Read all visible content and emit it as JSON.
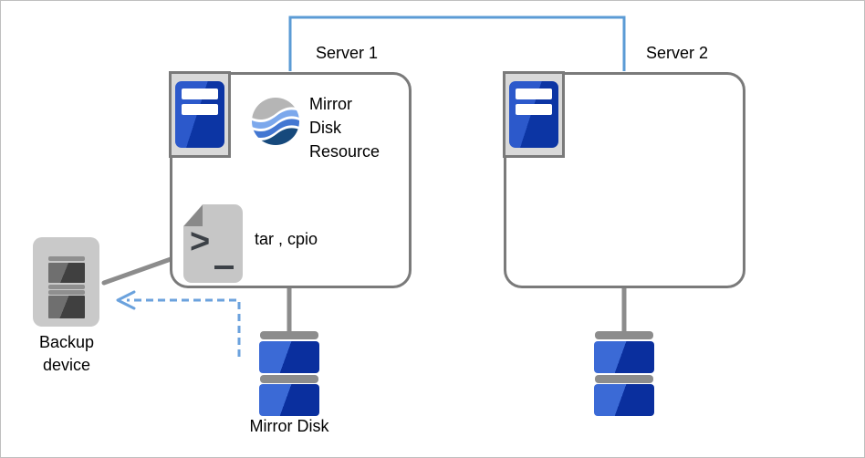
{
  "nodes": {
    "server1": {
      "label": "Server 1"
    },
    "server2": {
      "label": "Server 2"
    },
    "mirror_disk_resource": {
      "lines": [
        "Mirror",
        "Disk",
        "Resource"
      ]
    },
    "backup_tools": {
      "label": "tar , cpio"
    },
    "backup_device": {
      "lines": [
        "Backup",
        "device"
      ]
    },
    "mirror_disk": {
      "label": "Mirror Disk"
    }
  },
  "icons": {
    "server1": "server-tower-icon",
    "server2": "server-tower-icon",
    "mirror_disk_resource": "globe-waves-icon",
    "backup_tools": "shell-script-file-icon",
    "backup_device": "tape-drive-icon",
    "mirror_disk1": "disk-stack-icon",
    "mirror_disk2": "disk-stack-icon"
  },
  "connections": {
    "heartbeat": "server1-server2-interconnect",
    "backup_line": "server1-to-backup-device",
    "backup_flow": "mirror-disk-to-backup-device-dashed-arrow"
  },
  "colors": {
    "heartbeat_line": "#5b9bd5",
    "backup_arrow": "#6ba2dd",
    "connector_gray": "#8c8c8c",
    "box_border": "#7a7a7a",
    "icon_box_fill": "#d9d9d9",
    "server_blue_light": "#2c59cb",
    "server_blue_dark": "#0c35a4",
    "disk_blue_light": "#3b6ad6",
    "disk_blue_dark": "#0a2f9e",
    "device_gray": "#c9c9c9",
    "page_gray": "#c6c6c6"
  }
}
